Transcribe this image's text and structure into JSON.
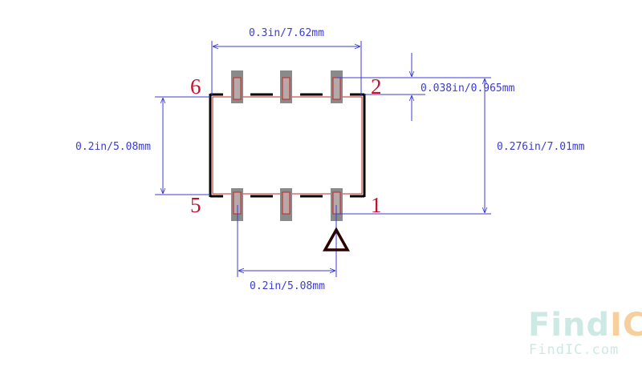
{
  "colors": {
    "dimension": "#3b3bd6",
    "pin_label": "#c8102e",
    "pad_fill": "#8a8a8a",
    "pad_outline": "#cc2222",
    "body_outline": "#000000",
    "marker": "#2a0000",
    "watermark_find": "#cde9e4",
    "watermark_ic": "#f7cf9c"
  },
  "dimensions": {
    "top_width": "0.3in/7.62mm",
    "pad_width": "0.038in/0.965mm",
    "left_height": "0.2in/5.08mm",
    "right_height": "0.276in/7.01mm",
    "bottom_pitch": "0.2in/5.08mm"
  },
  "pins": {
    "p6": "6",
    "p2": "2",
    "p5": "5",
    "p1": "1"
  },
  "icons": {
    "pin1_marker": "triangle-outline-icon"
  },
  "watermark": {
    "find": "Find",
    "ic": "IC",
    "url": "FindIC.com"
  }
}
